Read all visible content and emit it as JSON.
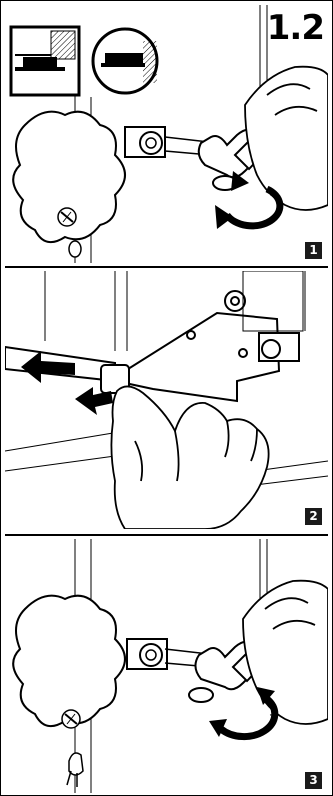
{
  "page": {
    "title": "1.2",
    "steps": [
      "1",
      "2",
      "3"
    ]
  },
  "icons": {
    "panel1": [
      "detail-square-icon",
      "detail-circle-icon",
      "wrench-icon",
      "rotation-arrow-icon",
      "star-knob-icon",
      "tap-icon"
    ],
    "panel2": [
      "pull-arrow-icon",
      "push-arrow-icon",
      "hand-icon",
      "bracket-icon"
    ],
    "panel3": [
      "wrench-icon",
      "rotation-arrow-icon",
      "star-knob-icon",
      "tap-icon"
    ]
  },
  "colors": {
    "ink": "#000000",
    "paper": "#ffffff",
    "badge": "#1a1a1a"
  }
}
